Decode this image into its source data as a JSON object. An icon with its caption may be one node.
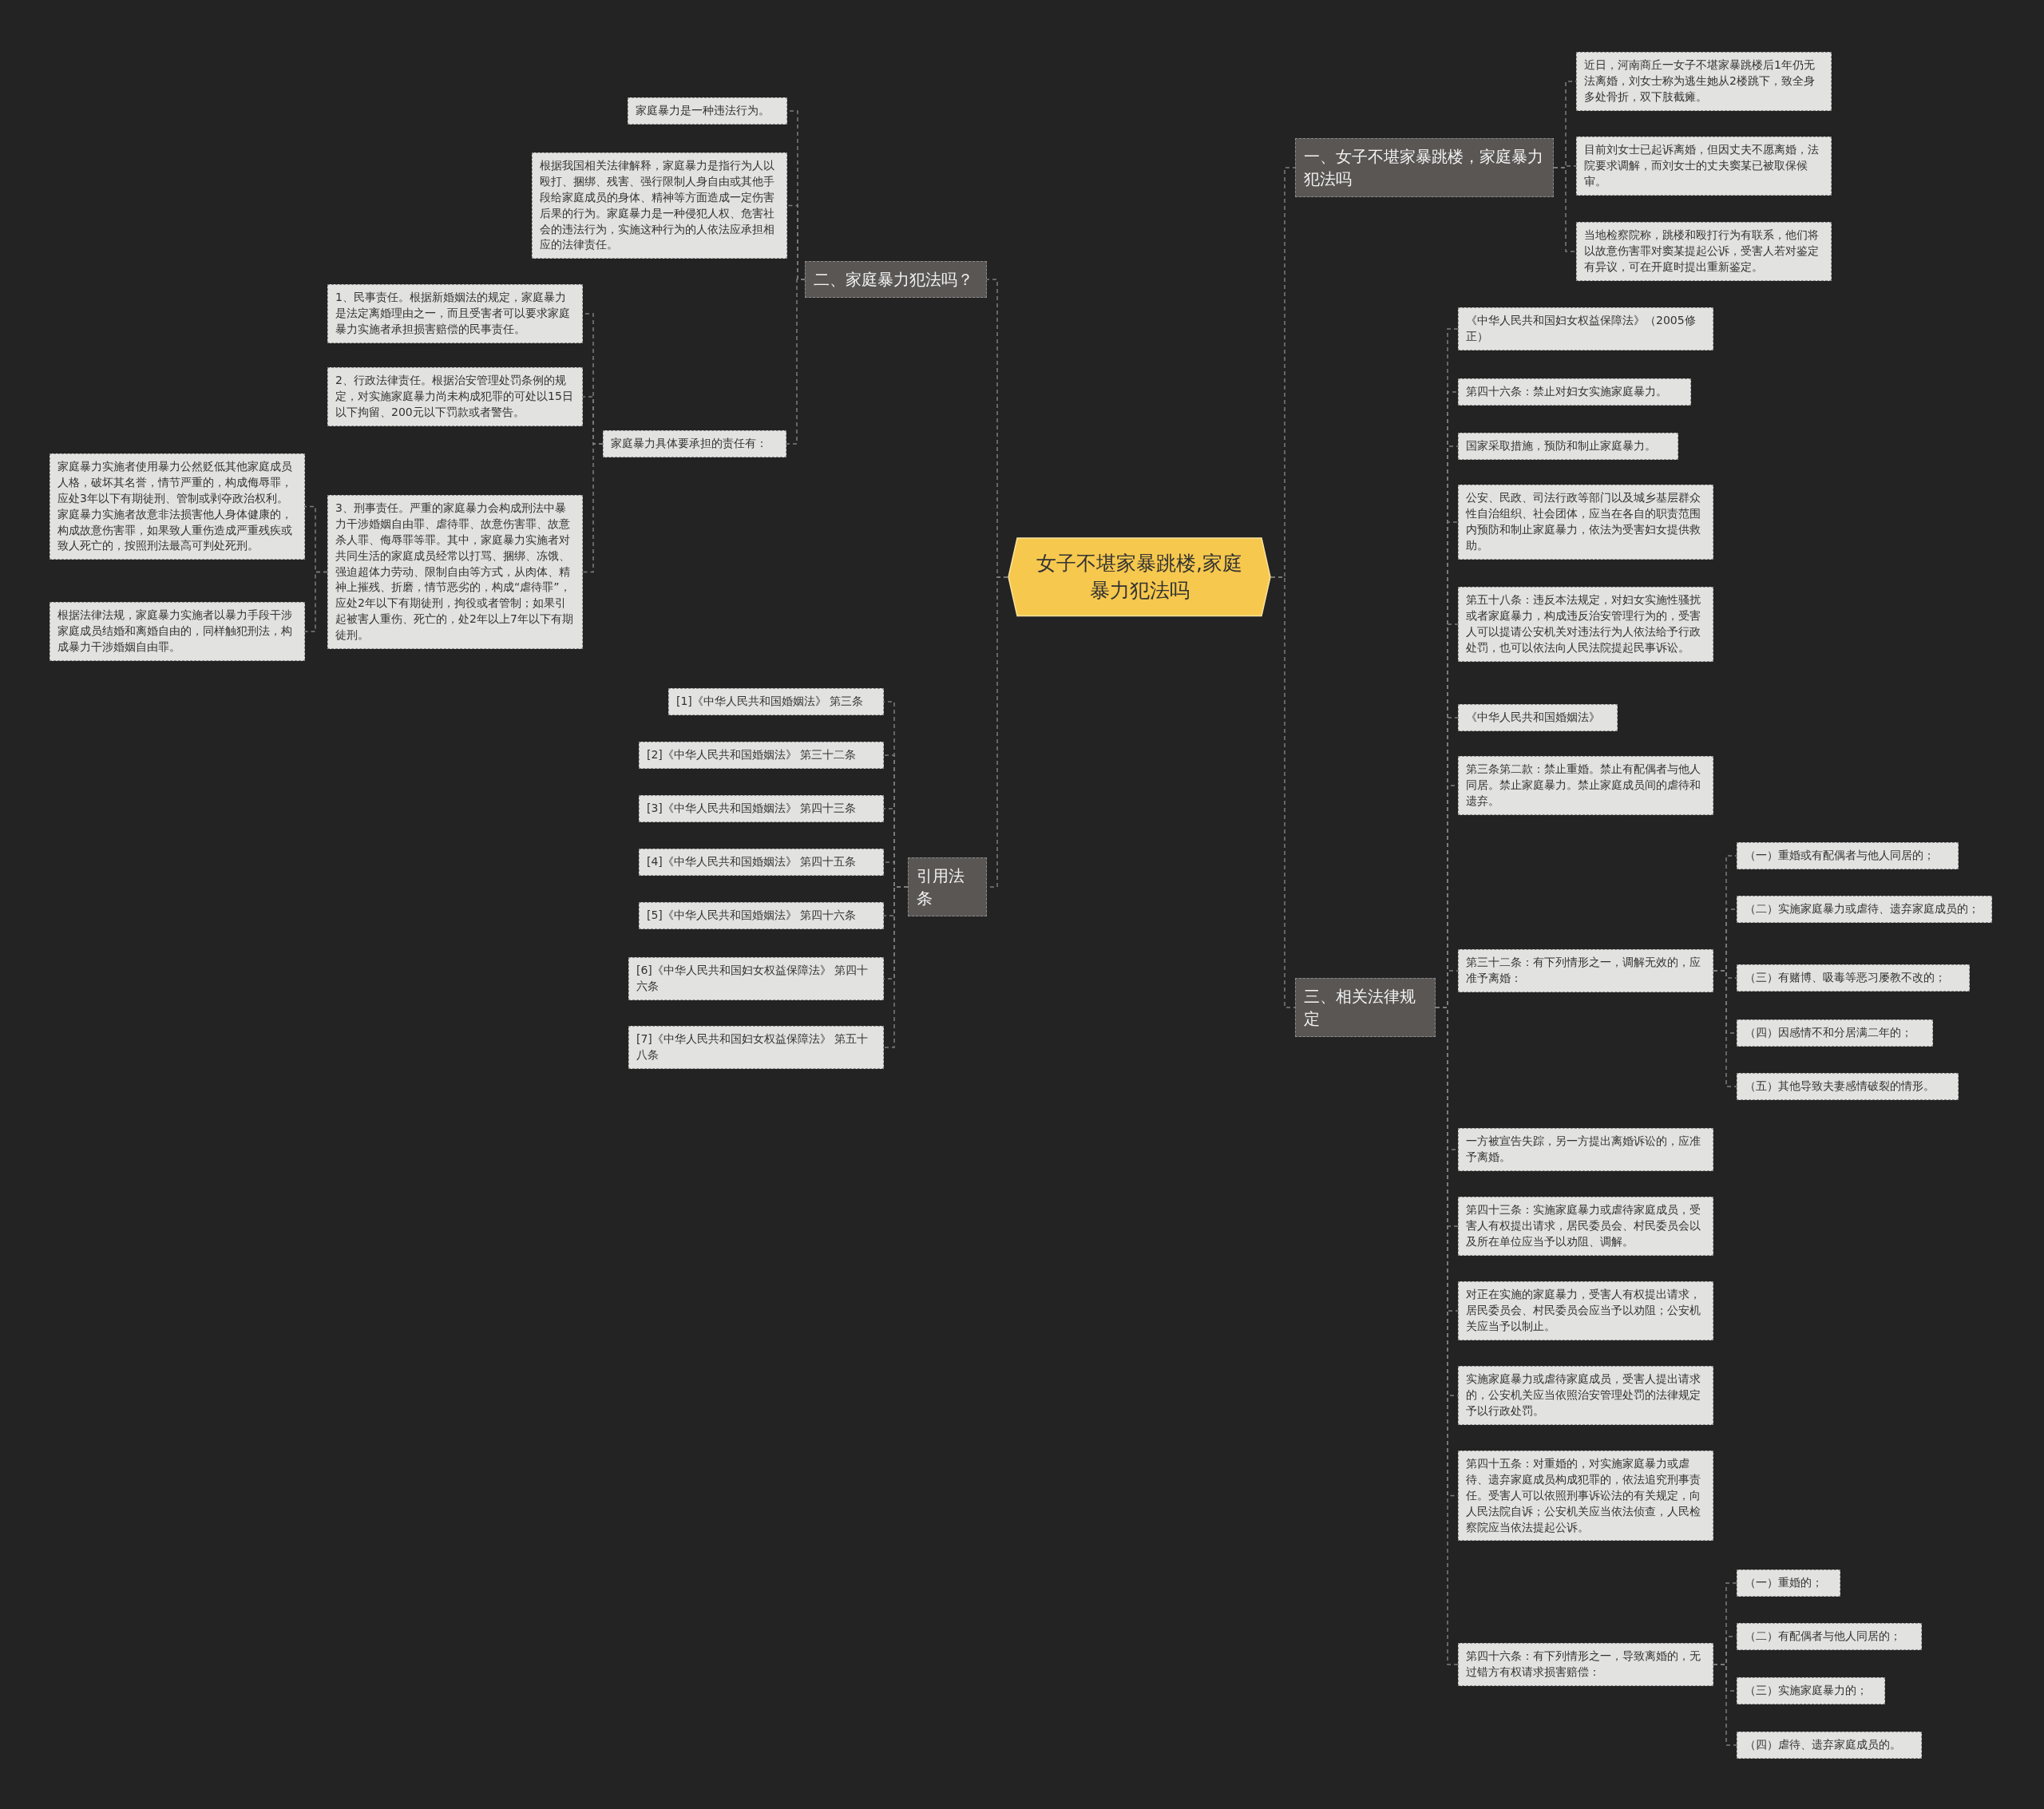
{
  "diagram": {
    "nodes": [
      {
        "text": [
          "女子不堪家暴跳楼,家庭暴力犯法吗"
        ]
      },
      {
        "text": [
          "一、女子不堪家暴跳楼，家庭暴力犯法吗"
        ]
      },
      {
        "text": [
          "近日，河南商丘一女子不堪家暴跳楼后1年仍无法离婚，刘女士称为逃生她从2楼跳下，致全身多处骨折，双下肢截瘫。"
        ]
      },
      {
        "text": [
          "目前刘女士已起诉离婚，但因丈夫不愿离婚，法院要求调解，而刘女士的丈夫窦某已被取保候审。"
        ]
      },
      {
        "text": [
          "当地检察院称，跳楼和殴打行为有联系，他们将以故意伤害罪对窦某提起公诉，受害人若对鉴定有异议，可在开庭时提出重新鉴定。"
        ]
      },
      {
        "text": [
          "二、家庭暴力犯法吗？"
        ]
      },
      {
        "text": [
          "家庭暴力是一种违法行为。"
        ]
      },
      {
        "text": [
          "根据我国相关法律解释，家庭暴力是指行为人以殴打、捆绑、残害、强行限制人身自由或其他手段给家庭成员的身体、精神等方面造成一定伤害后果的行为。家庭暴力是一种侵犯人权、危害社会的违法行为，实施这种行为的人依法应承担相应的法律责任。"
        ]
      },
      {
        "text": [
          "家庭暴力具体要承担的责任有："
        ]
      },
      {
        "text": [
          "1、民事责任。根据新婚姻法的规定，家庭暴力是法定离婚理由之一，而且受害者可以要求家庭暴力实施者承担损害赔偿的民事责任。"
        ]
      },
      {
        "text": [
          "2、行政法律责任。根据治安管理处罚条例的规定，对实施家庭暴力尚未构成犯罪的可处以15日以下拘留、200元以下罚款或者警告。"
        ]
      },
      {
        "text": [
          "3、刑事责任。严重的家庭暴力会构成刑法中暴力干涉婚姻自由罪、虐待罪、故意伤害罪、故意杀人罪、侮辱罪等罪。其中，家庭暴力实施者对共同生活的家庭成员经常以打骂、捆绑、冻饿、强迫超体力劳动、限制自由等方式，从肉体、精神上摧残、折磨，情节恶劣的，构成“虐待罪”，应处2年以下有期徒刑，拘役或者管制；如果引起被害人重伤、死亡的，处2年以上7年以下有期徒刑。"
        ]
      },
      {
        "text": [
          "家庭暴力实施者使用暴力公然贬低其他家庭成员人格，破坏其名誉，情节严重的，构成侮辱罪，应处3年以下有期徒刑、管制或剥夺政治权利。家庭暴力实施者故意非法损害他人身体健康的，构成故意伤害罪，如果致人重伤造成严重残疾或致人死亡的，按照刑法最高可判处死刑。"
        ]
      },
      {
        "text": [
          "根据法律法规，家庭暴力实施者以暴力手段干涉家庭成员结婚和离婚自由的，同样触犯刑法，构成暴力干涉婚姻自由罪。"
        ]
      },
      {
        "text": [
          "引用法条"
        ]
      },
      {
        "text": [
          "[1]《中华人民共和国婚姻法》 第三条"
        ]
      },
      {
        "text": [
          "[2]《中华人民共和国婚姻法》 第三十二条"
        ]
      },
      {
        "text": [
          "[3]《中华人民共和国婚姻法》 第四十三条"
        ]
      },
      {
        "text": [
          "[4]《中华人民共和国婚姻法》 第四十五条"
        ]
      },
      {
        "text": [
          "[5]《中华人民共和国婚姻法》 第四十六条"
        ]
      },
      {
        "text": [
          "[6]《中华人民共和国妇女权益保障法》 第四十六条"
        ]
      },
      {
        "text": [
          "[7]《中华人民共和国妇女权益保障法》 第五十八条"
        ]
      },
      {
        "text": [
          "三、相关法律规定"
        ]
      },
      {
        "text": [
          "《中华人民共和国妇女权益保障法》（2005修正）"
        ]
      },
      {
        "text": [
          "第四十六条：禁止对妇女实施家庭暴力。"
        ]
      },
      {
        "text": [
          "国家采取措施，预防和制止家庭暴力。"
        ]
      },
      {
        "text": [
          "公安、民政、司法行政等部门以及城乡基层群众性自治组织、社会团体，应当在各自的职责范围内预防和制止家庭暴力，依法为受害妇女提供救助。"
        ]
      },
      {
        "text": [
          "第五十八条：违反本法规定，对妇女实施性骚扰或者家庭暴力，构成违反治安管理行为的，受害人可以提请公安机关对违法行为人依法给予行政处罚，也可以依法向人民法院提起民事诉讼。"
        ]
      },
      {
        "text": [
          "《中华人民共和国婚姻法》"
        ]
      },
      {
        "text": [
          "第三条第二款：禁止重婚。禁止有配偶者与他人同居。禁止家庭暴力。禁止家庭成员间的虐待和遗弃。"
        ]
      },
      {
        "text": [
          "第三十二条：有下列情形之一，调解无效的，应准予离婚："
        ]
      },
      {
        "text": [
          "（一）重婚或有配偶者与他人同居的；"
        ]
      },
      {
        "text": [
          "（二）实施家庭暴力或虐待、遗弃家庭成员的；"
        ]
      },
      {
        "text": [
          "（三）有赌博、吸毒等恶习屡教不改的；"
        ]
      },
      {
        "text": [
          "（四）因感情不和分居满二年的；"
        ]
      },
      {
        "text": [
          "（五）其他导致夫妻感情破裂的情形。"
        ]
      },
      {
        "text": [
          "一方被宣告失踪，另一方提出离婚诉讼的，应准予离婚。"
        ]
      },
      {
        "text": [
          "第四十三条：实施家庭暴力或虐待家庭成员，受害人有权提出请求，居民委员会、村民委员会以及所在单位应当予以劝阻、调解。"
        ]
      },
      {
        "text": [
          "对正在实施的家庭暴力，受害人有权提出请求，居民委员会、村民委员会应当予以劝阻；公安机关应当予以制止。"
        ]
      },
      {
        "text": [
          "实施家庭暴力或虐待家庭成员，受害人提出请求的，公安机关应当依照治安管理处罚的法律规定予以行政处罚。"
        ]
      },
      {
        "text": [
          "第四十五条：对重婚的，对实施家庭暴力或虐待、遗弃家庭成员构成犯罪的，依法追究刑事责任。受害人可以依照刑事诉讼法的有关规定，向人民法院自诉；公安机关应当依法侦查，人民检察院应当依法提起公诉。"
        ]
      },
      {
        "text": [
          "第四十六条：有下列情形之一，导致离婚的，无过错方有权请求损害赔偿："
        ]
      },
      {
        "text": [
          "（一）重婚的；"
        ]
      },
      {
        "text": [
          "（二）有配偶者与他人同居的；"
        ]
      },
      {
        "text": [
          "（三）实施家庭暴力的；"
        ]
      },
      {
        "text": [
          "（四）虐待、遗弃家庭成员的。"
        ]
      }
    ],
    "edges": [
      {
        "from": 0,
        "to": 1,
        "arrow": "none"
      },
      {
        "from": 1,
        "to": 2,
        "arrow": "none"
      },
      {
        "from": 1,
        "to": 3,
        "arrow": "none"
      },
      {
        "from": 1,
        "to": 4,
        "arrow": "none"
      },
      {
        "from": 0,
        "to": 5,
        "arrow": "none"
      },
      {
        "from": 5,
        "to": 6,
        "arrow": "none"
      },
      {
        "from": 5,
        "to": 7,
        "arrow": "none"
      },
      {
        "from": 5,
        "to": 8,
        "arrow": "none"
      },
      {
        "from": 8,
        "to": 9,
        "arrow": "none"
      },
      {
        "from": 8,
        "to": 10,
        "arrow": "none"
      },
      {
        "from": 8,
        "to": 11,
        "arrow": "none"
      },
      {
        "from": 11,
        "to": 12,
        "arrow": "none"
      },
      {
        "from": 11,
        "to": 13,
        "arrow": "none"
      },
      {
        "from": 0,
        "to": 14,
        "arrow": "none"
      },
      {
        "from": 14,
        "to": 15,
        "arrow": "none"
      },
      {
        "from": 14,
        "to": 16,
        "arrow": "none"
      },
      {
        "from": 14,
        "to": 17,
        "arrow": "none"
      },
      {
        "from": 14,
        "to": 18,
        "arrow": "none"
      },
      {
        "from": 14,
        "to": 19,
        "arrow": "none"
      },
      {
        "from": 14,
        "to": 20,
        "arrow": "none"
      },
      {
        "from": 14,
        "to": 21,
        "arrow": "none"
      },
      {
        "from": 0,
        "to": 22,
        "arrow": "none"
      },
      {
        "from": 22,
        "to": 23,
        "arrow": "none"
      },
      {
        "from": 22,
        "to": 24,
        "arrow": "none"
      },
      {
        "from": 22,
        "to": 25,
        "arrow": "none"
      },
      {
        "from": 22,
        "to": 26,
        "arrow": "none"
      },
      {
        "from": 22,
        "to": 27,
        "arrow": "none"
      },
      {
        "from": 22,
        "to": 28,
        "arrow": "none"
      },
      {
        "from": 22,
        "to": 29,
        "arrow": "none"
      },
      {
        "from": 22,
        "to": 30,
        "arrow": "none"
      },
      {
        "from": 30,
        "to": 31,
        "arrow": "none"
      },
      {
        "from": 30,
        "to": 32,
        "arrow": "none"
      },
      {
        "from": 30,
        "to": 33,
        "arrow": "none"
      },
      {
        "from": 30,
        "to": 34,
        "arrow": "none"
      },
      {
        "from": 30,
        "to": 35,
        "arrow": "none"
      },
      {
        "from": 22,
        "to": 36,
        "arrow": "none"
      },
      {
        "from": 22,
        "to": 37,
        "arrow": "none"
      },
      {
        "from": 22,
        "to": 38,
        "arrow": "none"
      },
      {
        "from": 22,
        "to": 39,
        "arrow": "none"
      },
      {
        "from": 22,
        "to": 40,
        "arrow": "none"
      },
      {
        "from": 22,
        "to": 41,
        "arrow": "none"
      },
      {
        "from": 41,
        "to": 42,
        "arrow": "none"
      },
      {
        "from": 41,
        "to": 43,
        "arrow": "none"
      },
      {
        "from": 41,
        "to": 44,
        "arrow": "none"
      },
      {
        "from": 41,
        "to": 45,
        "arrow": "none"
      }
    ]
  }
}
